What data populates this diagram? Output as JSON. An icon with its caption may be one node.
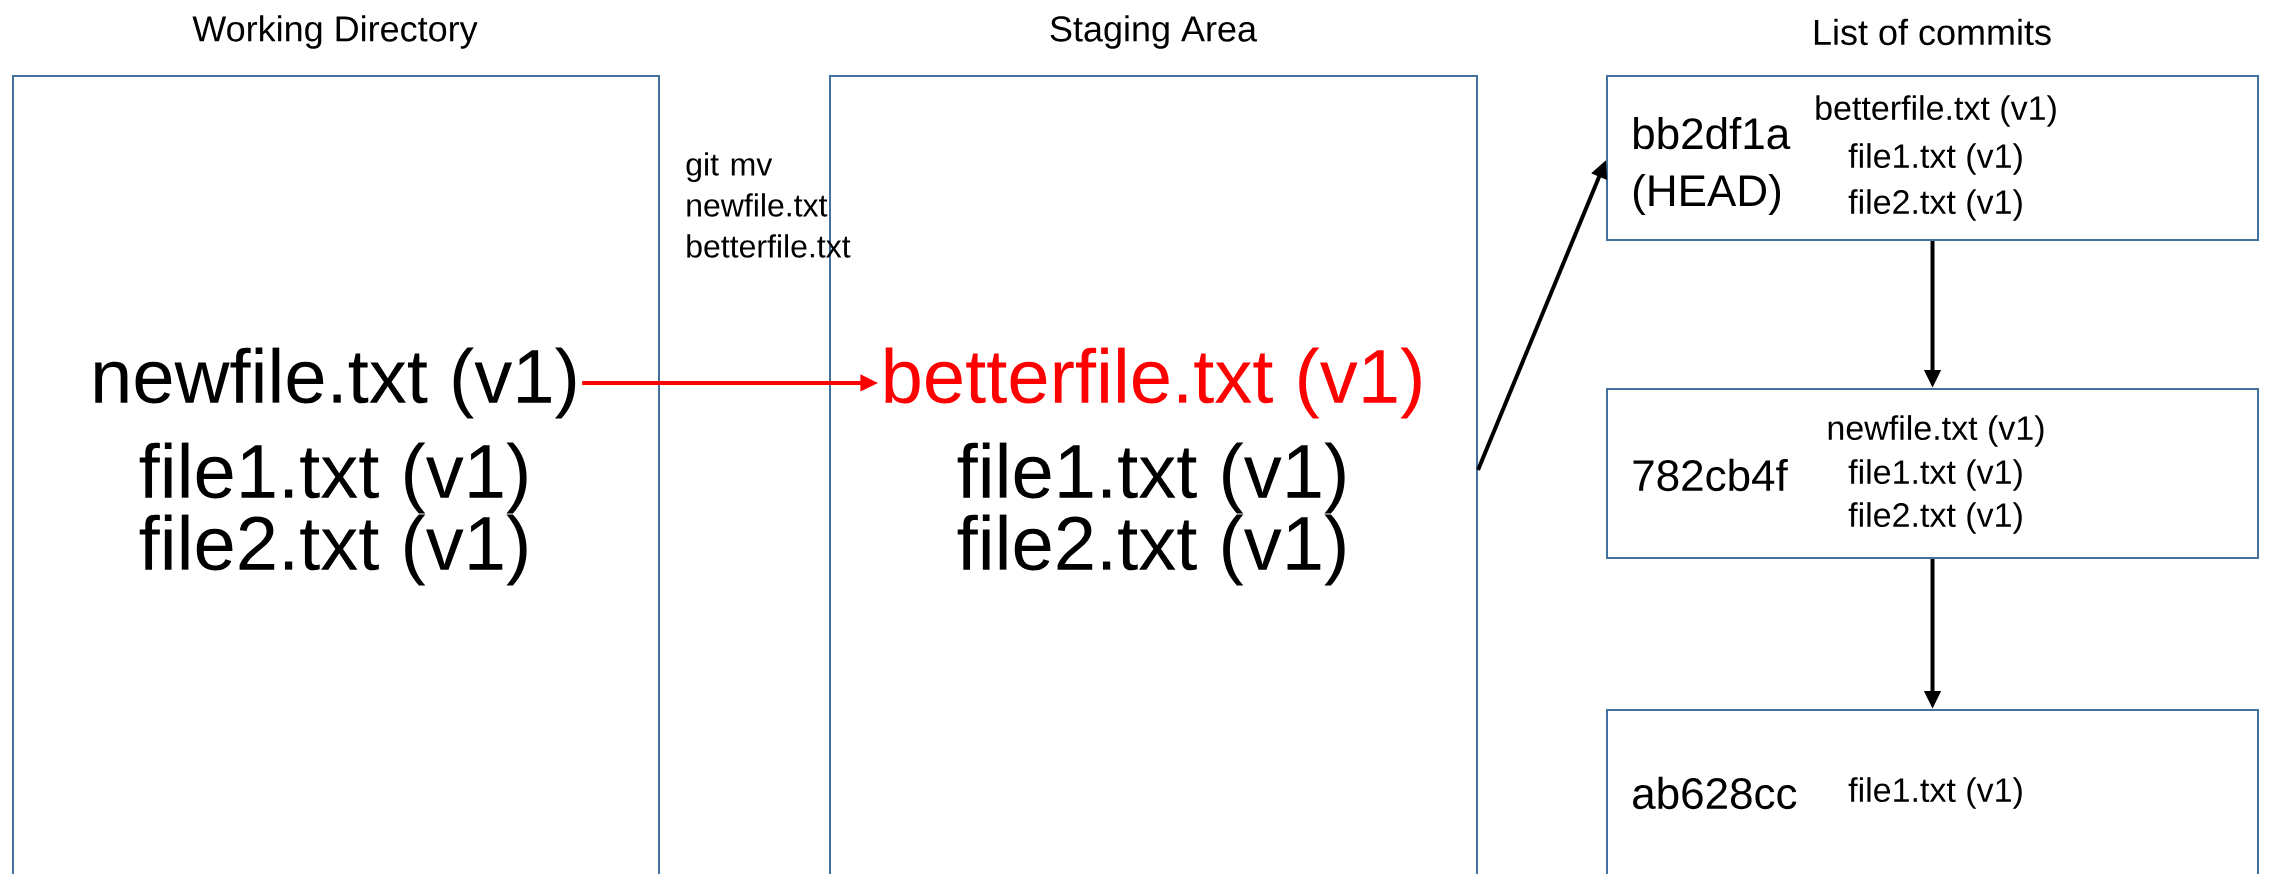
{
  "diagram": {
    "nodes": [
      {
        "text": [
          "Working Directory",
          "file1.txt (v1)",
          "file2.txt (v1)"
        ]
      },
      {
        "text": [
          "newfile.txt (v1)"
        ],
        "in": 0
      },
      {
        "text": [
          "Staging Area",
          "file1.txt (v1)",
          "file2.txt (v1)"
        ]
      },
      {
        "text": [
          "betterfile.txt (v1)"
        ],
        "in": 2
      },
      {
        "text": [
          "bb2df1a (HEAD)",
          "betterfile.txt (v1)",
          "file1.txt (v1)",
          "file2.txt (v1)"
        ]
      },
      {
        "text": [
          "782cb4f",
          "newfile.txt (v1)",
          "file1.txt (v1)",
          "file2.txt (v1)"
        ]
      },
      {
        "text": [
          "ab628cc",
          "file1.txt (v1)"
        ]
      }
    ],
    "edges": [
      {
        "from": 1,
        "to": 3,
        "arrow": "to",
        "label": "git mv newfile.txt betterfile.txt",
        "color": "#ff0000"
      },
      {
        "from": 2,
        "to": 4,
        "arrow": "to"
      },
      {
        "from": 4,
        "to": 5,
        "arrow": "to"
      },
      {
        "from": 5,
        "to": 6,
        "arrow": "to"
      }
    ],
    "labels": [
      "List of commits"
    ]
  }
}
